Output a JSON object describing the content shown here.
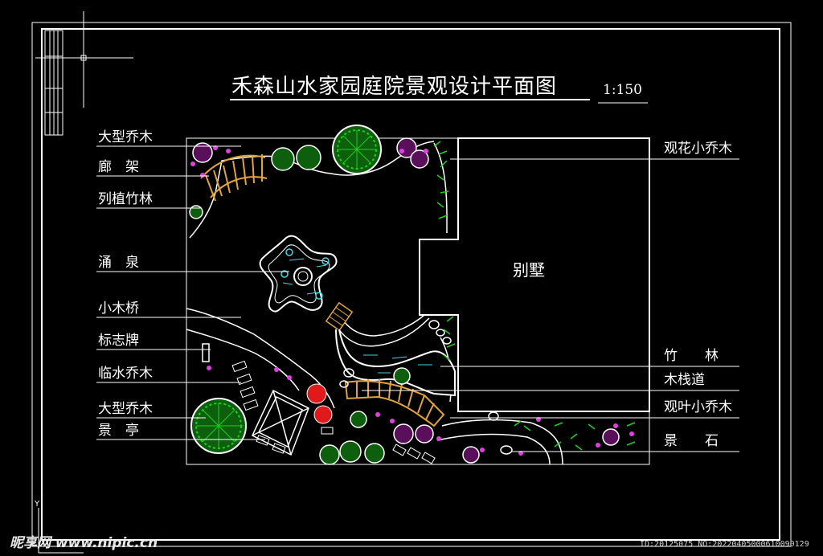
{
  "title": "禾森山水家园庭院景观设计平面图",
  "scale": "1:150",
  "building_label": "别墅",
  "left_labels": [
    "大型乔木",
    "廊　架",
    "列植竹林",
    "涌　泉",
    "小木桥",
    "标志牌",
    "临水乔木",
    "大型乔木",
    "景　亭"
  ],
  "right_labels": [
    "观花小乔木",
    "竹　　林",
    "木栈道",
    "观叶小乔木",
    "景　　石"
  ],
  "watermark": {
    "site": "昵享网 www.nipic.cn",
    "id": "ID:20125075 NO:20220405000610090129"
  },
  "colors": {
    "background": "#000000",
    "lines": "#ffffff",
    "tree": "#19d119",
    "flower": "#e040e0",
    "timber": "#e3a33a",
    "water": "#3fd6e6",
    "red_tree": "#e01a1a"
  }
}
